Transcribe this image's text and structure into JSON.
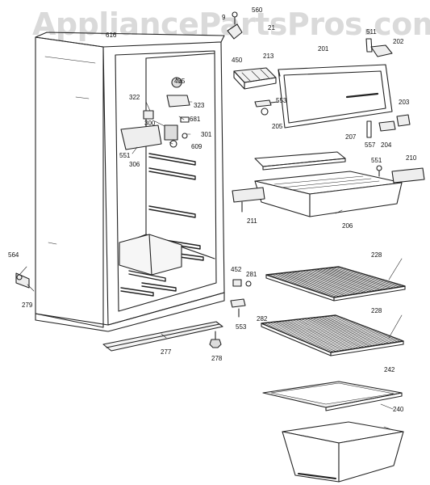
{
  "watermark": "AppliancePartsPros.com",
  "callouts": {
    "c560": "560",
    "c9": "9",
    "c21": "21",
    "c450": "450",
    "c511": "511",
    "c202": "202",
    "c616": "616",
    "c213": "213",
    "c201": "201",
    "c435": "435",
    "c322": "322",
    "c323": "323",
    "c553a": "553",
    "c203": "203",
    "c681": "681",
    "c300": "300",
    "c205": "205",
    "c301": "301",
    "c609": "609",
    "c557": "557",
    "c204": "204",
    "c207": "207",
    "c551a": "551",
    "c306": "306",
    "c551b": "551",
    "c210": "210",
    "c211": "211",
    "c206": "206",
    "c564": "564",
    "c228a": "228",
    "c452": "452",
    "c281": "281",
    "c279": "279",
    "c553b": "553",
    "c282": "282",
    "c228b": "228",
    "c277": "277",
    "c278": "278",
    "c242": "242",
    "c240": "240"
  }
}
